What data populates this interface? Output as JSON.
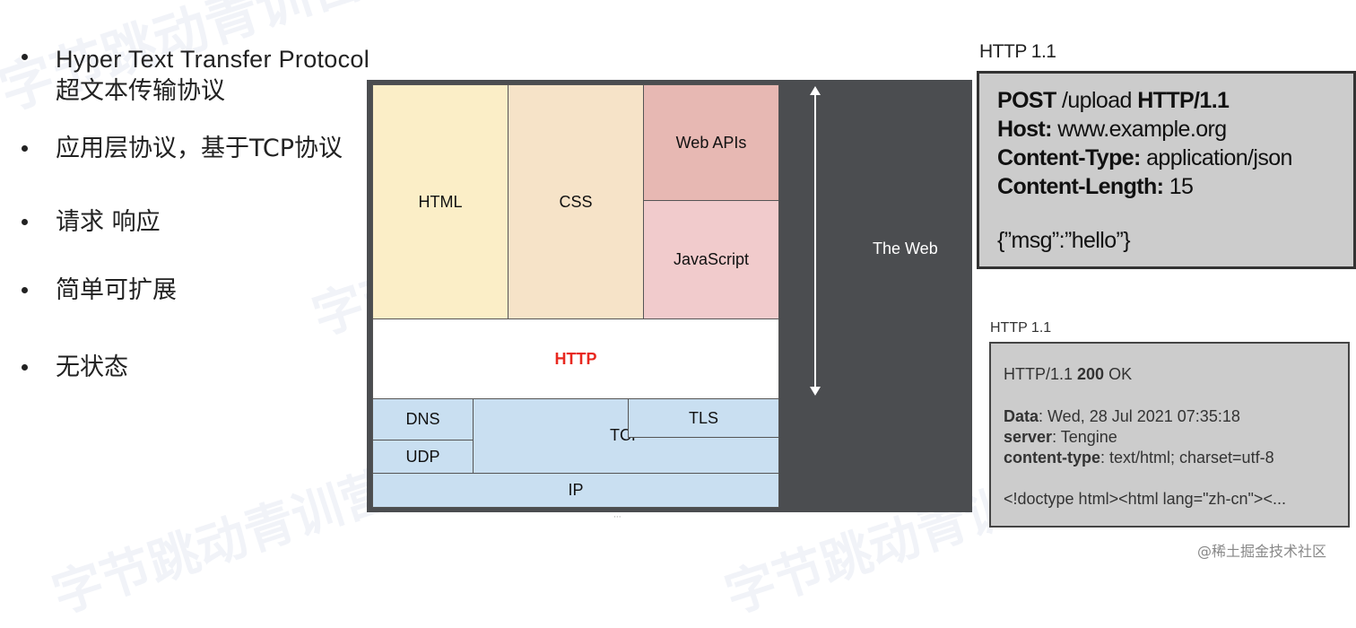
{
  "watermarks": [
    "字节跳动青训营",
    "字节跳动青训营",
    "字节跳动青训营",
    "字节跳动青训营"
  ],
  "bullets": [
    {
      "line1": "Hyper Text Transfer Protocol",
      "line2": "超文本传输协议"
    },
    {
      "line1": "应用层协议，基于TCP协议"
    },
    {
      "line1": "请求 响应"
    },
    {
      "line1": "简单可扩展"
    },
    {
      "line1": "无状态"
    }
  ],
  "diagram": {
    "html": "HTML",
    "css": "CSS",
    "web_apis": "Web APIs",
    "javascript": "JavaScript",
    "http": "HTTP",
    "dns": "DNS",
    "udp": "UDP",
    "tcp": "TCP",
    "tls": "TLS",
    "ip": "IP",
    "the_web": "The Web",
    "colors": {
      "html": "#fbeec7",
      "css": "#f6e3c8",
      "web_apis": "#e7b8b3",
      "javascript": "#f1cbcc",
      "http_text": "#e8281f",
      "network": "#c9dff1",
      "web_bg": "#4b4d50"
    }
  },
  "request": {
    "title": "HTTP 1.1",
    "method": "POST",
    "path": " /upload ",
    "version": "HTTP/1.1",
    "host_key": "Host:",
    "host_val": " www.example.org",
    "ctype_key": "Content-Type:",
    "ctype_val": " application/json",
    "clen_key": "Content-Length:",
    "clen_val": " 15",
    "body": "{”msg”:”hello”}"
  },
  "response": {
    "title": "HTTP 1.1",
    "status_pre": "HTTP/1.1 ",
    "status_code": "200",
    "status_post": " OK",
    "data_key": "Data",
    "data_val": ": Wed, 28 Jul 2021 07:35:18",
    "server_key": "server",
    "server_val": ": Tengine",
    "ctype_key": "content-type",
    "ctype_val": ": text/html; charset=utf-8",
    "body": "<!doctype html><html lang=\"zh-cn\"><..."
  },
  "credit": "@稀土掘金技术社区"
}
